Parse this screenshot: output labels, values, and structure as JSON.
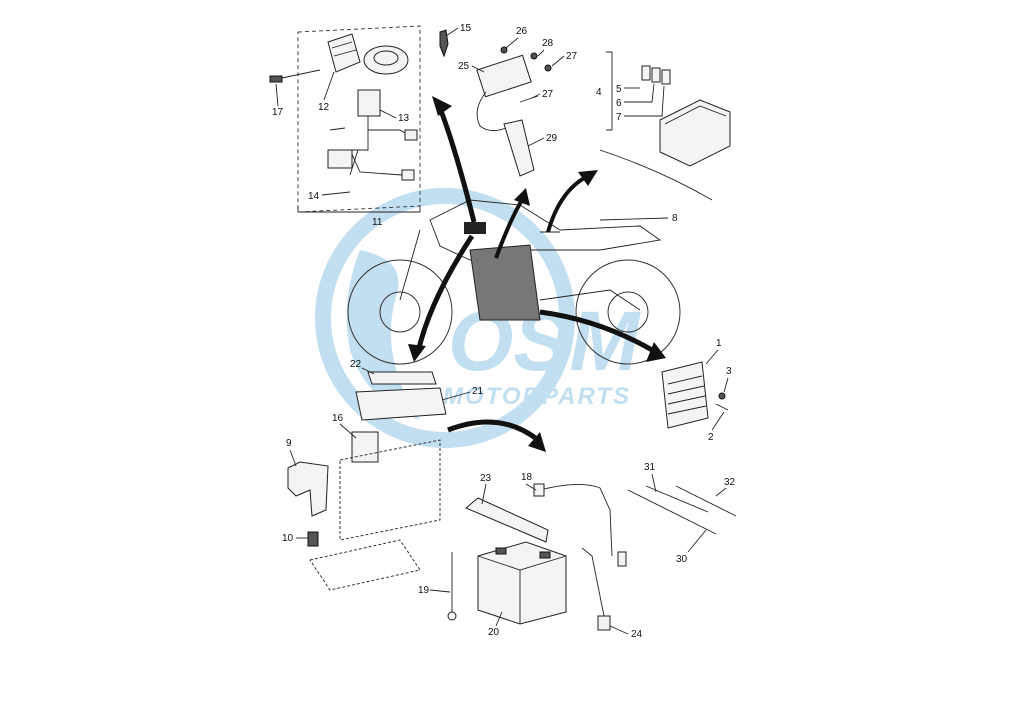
{
  "watermark": {
    "brand": "OSM",
    "subtitle": "MOTORPARTS",
    "color": "#8fc6e4"
  },
  "callouts": [
    "1",
    "2",
    "3",
    "4",
    "5",
    "6",
    "7",
    "8",
    "9",
    "10",
    "11",
    "12",
    "13",
    "14",
    "15",
    "16",
    "18",
    "19",
    "20",
    "21",
    "22",
    "23",
    "24",
    "25",
    "26",
    "27",
    "27",
    "28",
    "29",
    "30",
    "31",
    "32",
    "17"
  ]
}
